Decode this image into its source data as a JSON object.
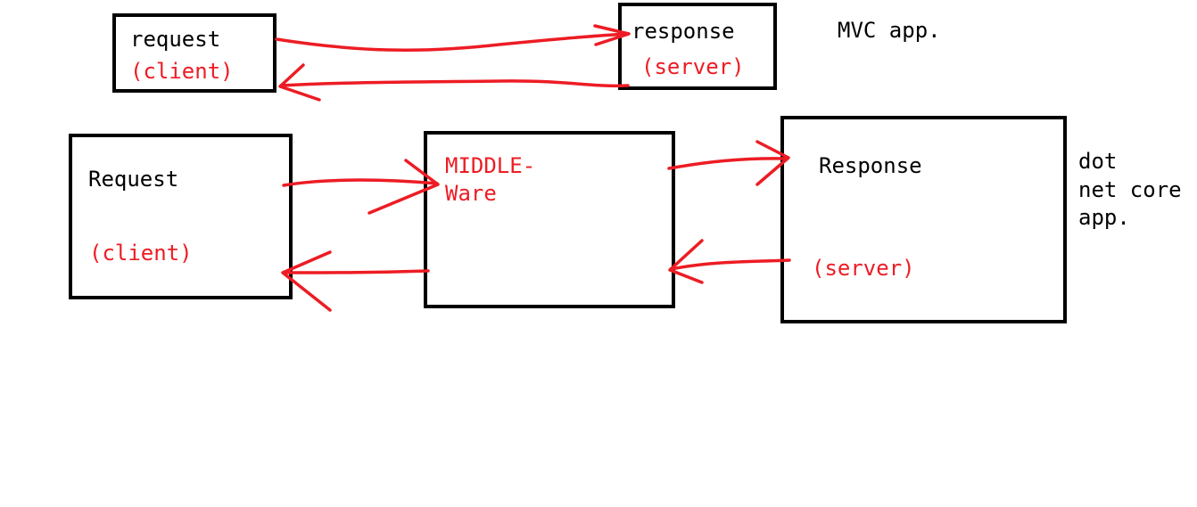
{
  "colors": {
    "box_border": "#000000",
    "accent_red": "#ed1c24",
    "text_black": "#000000"
  },
  "mvc": {
    "request_label": "request",
    "client_label": "(client)",
    "response_label": "response",
    "server_label": "(server)",
    "title": "MVC app."
  },
  "core": {
    "request_label": "Request",
    "client_label": "(client)",
    "middleware_line1": "MIDDLE-",
    "middleware_line2": "Ware",
    "response_label": "Response",
    "server_label": "(server)",
    "title_line1": "dot",
    "title_line2": "net core",
    "title_line3": "app."
  }
}
